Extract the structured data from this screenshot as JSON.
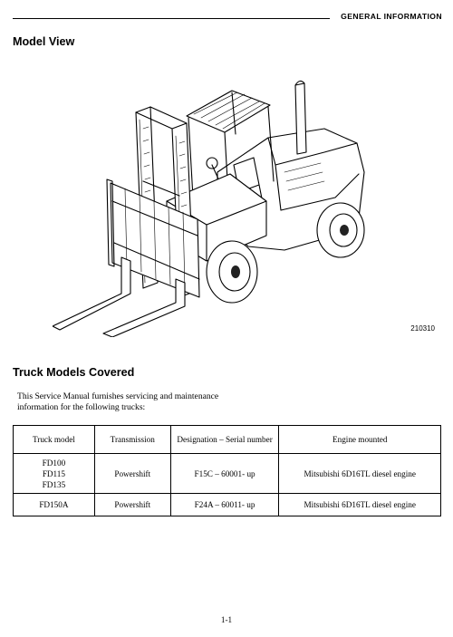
{
  "header": {
    "section": "GENERAL INFORMATION"
  },
  "model_view": {
    "title": "Model View",
    "figure_number": "210310",
    "illustration_icon": "forklift-truck-illustration"
  },
  "trucks": {
    "title": "Truck Models Covered",
    "intro_line1": "This Service Manual furnishes servicing and maintenance",
    "intro_line2": "information for the following trucks:",
    "columns": {
      "model": "Truck model",
      "transmission": "Transmission",
      "designation": "Designation – Serial number",
      "engine": "Engine mounted"
    },
    "rows": [
      {
        "models": [
          "FD100",
          "FD115",
          "FD135"
        ],
        "transmission": "Powershift",
        "designation": "F15C – 60001- up",
        "engine": "Mitsubishi 6D16TL diesel engine"
      },
      {
        "models": [
          "FD150A"
        ],
        "transmission": "Powershift",
        "designation": "F24A – 60011- up",
        "engine": "Mitsubishi 6D16TL diesel engine"
      }
    ]
  },
  "footer": {
    "page": "1-1"
  }
}
